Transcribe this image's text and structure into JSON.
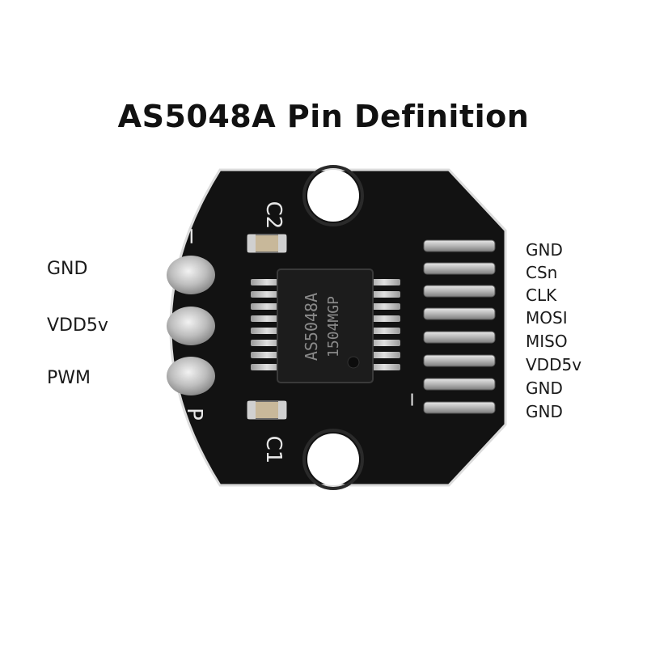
{
  "title": "AS5048A Pin Definition",
  "left_pins": [
    "GND",
    "VDD5v",
    "PWM"
  ],
  "right_pins": [
    "GND",
    "CSn",
    "CLK",
    "MOSI",
    "MISO",
    "VDD5v",
    "GND",
    "GND"
  ],
  "silkscreen": {
    "c2": "C2",
    "c1": "C1",
    "minus_left": "−",
    "p": "P",
    "minus_right": "−",
    "chip_line1": "AS5048A",
    "chip_line2": "1504MGP"
  },
  "colors": {
    "board": "#141414",
    "pad": "#c9c9c9",
    "chip": "#1e1e1e",
    "silk": "#e6e6e6"
  }
}
